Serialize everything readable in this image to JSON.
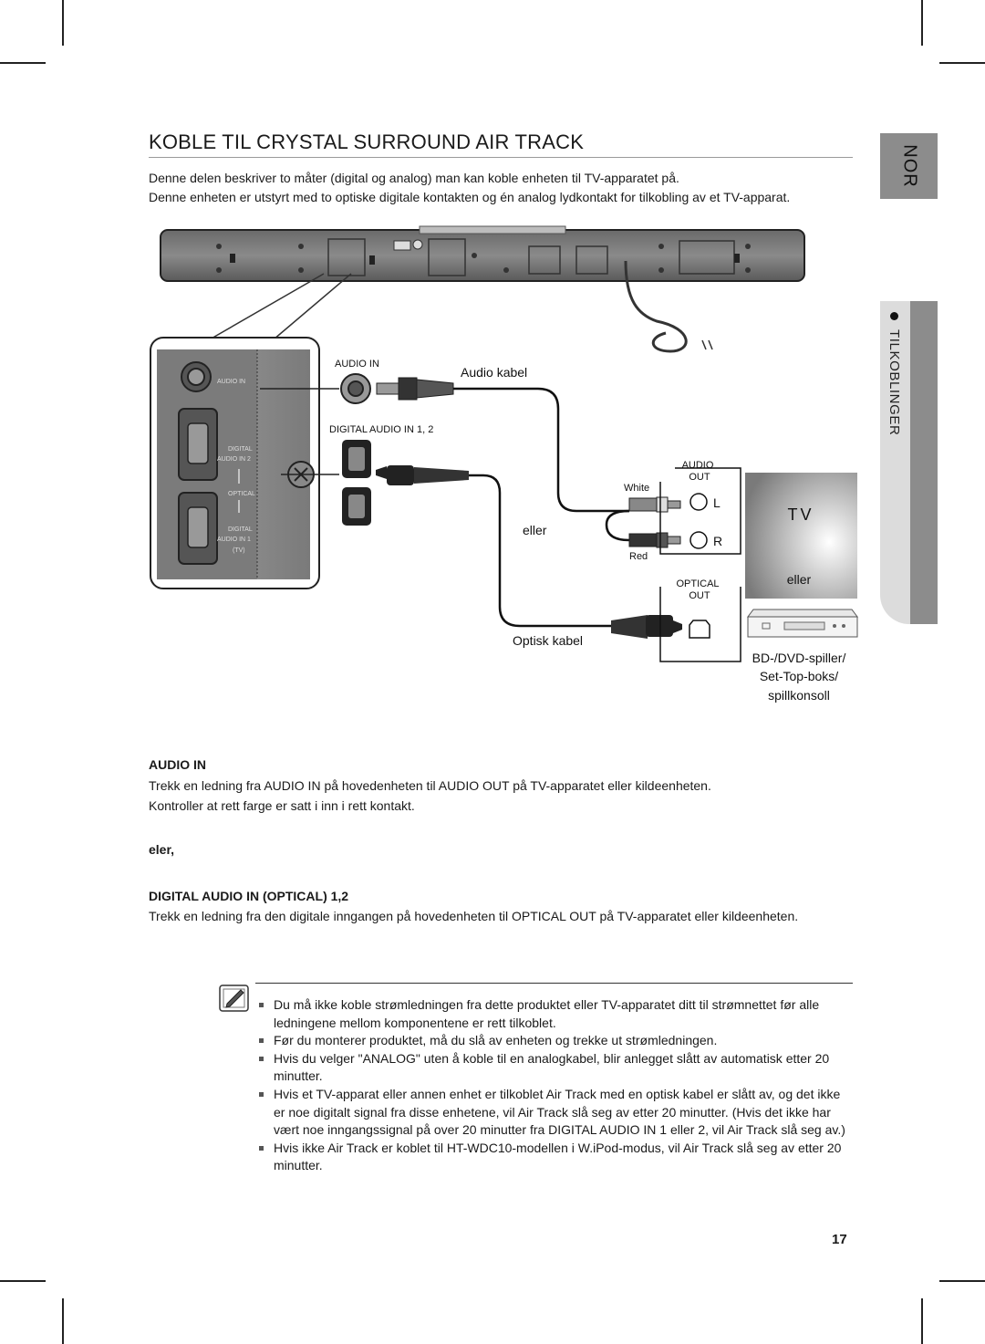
{
  "header": {
    "title": "KOBLE TIL CRYSTAL SURROUND AIR TRACK",
    "intro": [
      "Denne delen beskriver to måter (digital og analog) man kan koble enheten til TV-apparatet på.",
      "Denne enheten er utstyrt med to optiske digitale kontakten og én analog lydkontakt for tilkobling av et TV-apparat."
    ]
  },
  "side_tabs": {
    "language": "NOR",
    "section": "TILKOBLINGER"
  },
  "diagram": {
    "zoom_panel": {
      "audio_in": "AUDIO IN",
      "digital": "DIGITAL",
      "audio_in_2": "AUDIO IN 2",
      "optical": "OPTICAL",
      "audio_in_1": "AUDIO IN 1",
      "tv": "(TV)"
    },
    "audio_in_label": "AUDIO IN",
    "digital_in_label": "DIGITAL AUDIO IN 1, 2",
    "audio_cable": "Audio kabel",
    "or": "eller",
    "optical_cable": "Optisk kabel",
    "white": "White",
    "red": "Red",
    "audio_out": [
      "AUDIO",
      "OUT"
    ],
    "optical_out": [
      "OPTICAL",
      "OUT"
    ],
    "left": "L",
    "right": "R",
    "tv": "TV",
    "or2": "eller",
    "device": [
      "BD-/DVD-spiller/",
      "Set-Top-boks/",
      "spillkonsoll"
    ]
  },
  "audio_in_section": {
    "heading": "AUDIO IN",
    "lines": [
      "Trekk en ledning fra AUDIO IN på hovedenheten til AUDIO OUT på TV-apparatet eller kildeenheten.",
      "Kontroller at rett farge er satt i inn i rett kontakt."
    ]
  },
  "or_heading": "eler,",
  "digital_section": {
    "heading": "DIGITAL AUDIO IN (OPTICAL) 1,2",
    "text": "Trekk en ledning fra den digitale inngangen på hovedenheten til OPTICAL OUT på TV-apparatet eller kildeenheten."
  },
  "notes": [
    "Du må ikke koble strømledningen fra dette produktet eller TV-apparatet ditt til strømnettet før alle ledningene mellom komponentene er rett tilkoblet.",
    "Før du monterer produktet, må du slå av enheten og trekke ut strømledningen.",
    "Hvis du velger \"ANALOG\" uten å koble til en analogkabel, blir anlegget slått av automatisk etter 20 minutter.",
    "Hvis et TV-apparat eller annen enhet er tilkoblet Air Track med en optisk kabel er slått av, og det ikke er noe digitalt signal fra disse enhetene, vil Air Track slå seg av etter 20 minutter. (Hvis det ikke har vært noe inngangssignal på over 20 minutter fra DIGITAL AUDIO IN 1 eller 2, vil Air Track slå seg av.)",
    "Hvis ikke Air Track er koblet til HT-WDC10-modellen i W.iPod-modus, vil Air Track slå seg av etter 20 minutter."
  ],
  "page_number": "17"
}
